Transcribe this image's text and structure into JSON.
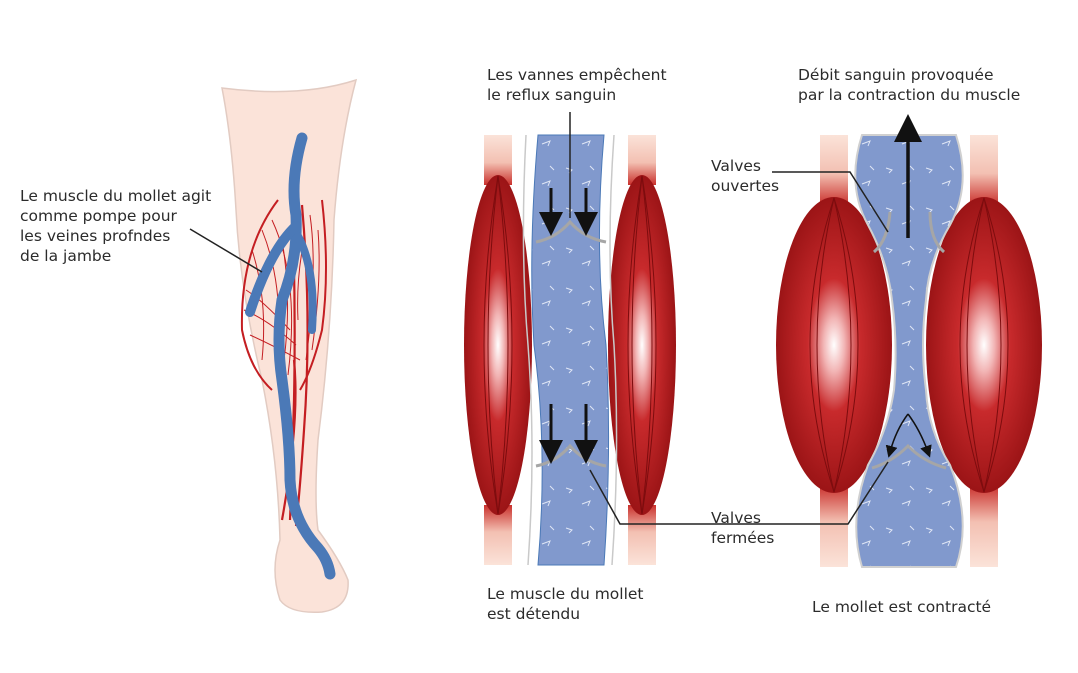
{
  "labels": {
    "leg_calf_pump": "Le muscle du mollet agit\ncomme pompe pour\nles veines profndes\nde la jambe",
    "valves_prevent_reflux": "Les vannes empêchent\nle reflux sanguin",
    "blood_flow_contraction": "Débit sanguin provoquée\npar la contraction du muscle",
    "valves_open": "Valves\nouvertes",
    "valves_closed": "Valves\nfermées",
    "muscle_relaxed": "Le muscle du mollet\nest détendu",
    "calf_contracted": "Le mollet est contracté"
  },
  "colors": {
    "skin": "#fbe3d9",
    "skin_outline": "#d9c3ba",
    "vein": "#4b79b7",
    "vein_light": "#8199cd",
    "artery": "#c41e22",
    "muscle": "#b3191b",
    "muscle_dark": "#8e0f12",
    "valve": "#a6a6a6",
    "arrow": "#111111",
    "leader": "#222222"
  }
}
